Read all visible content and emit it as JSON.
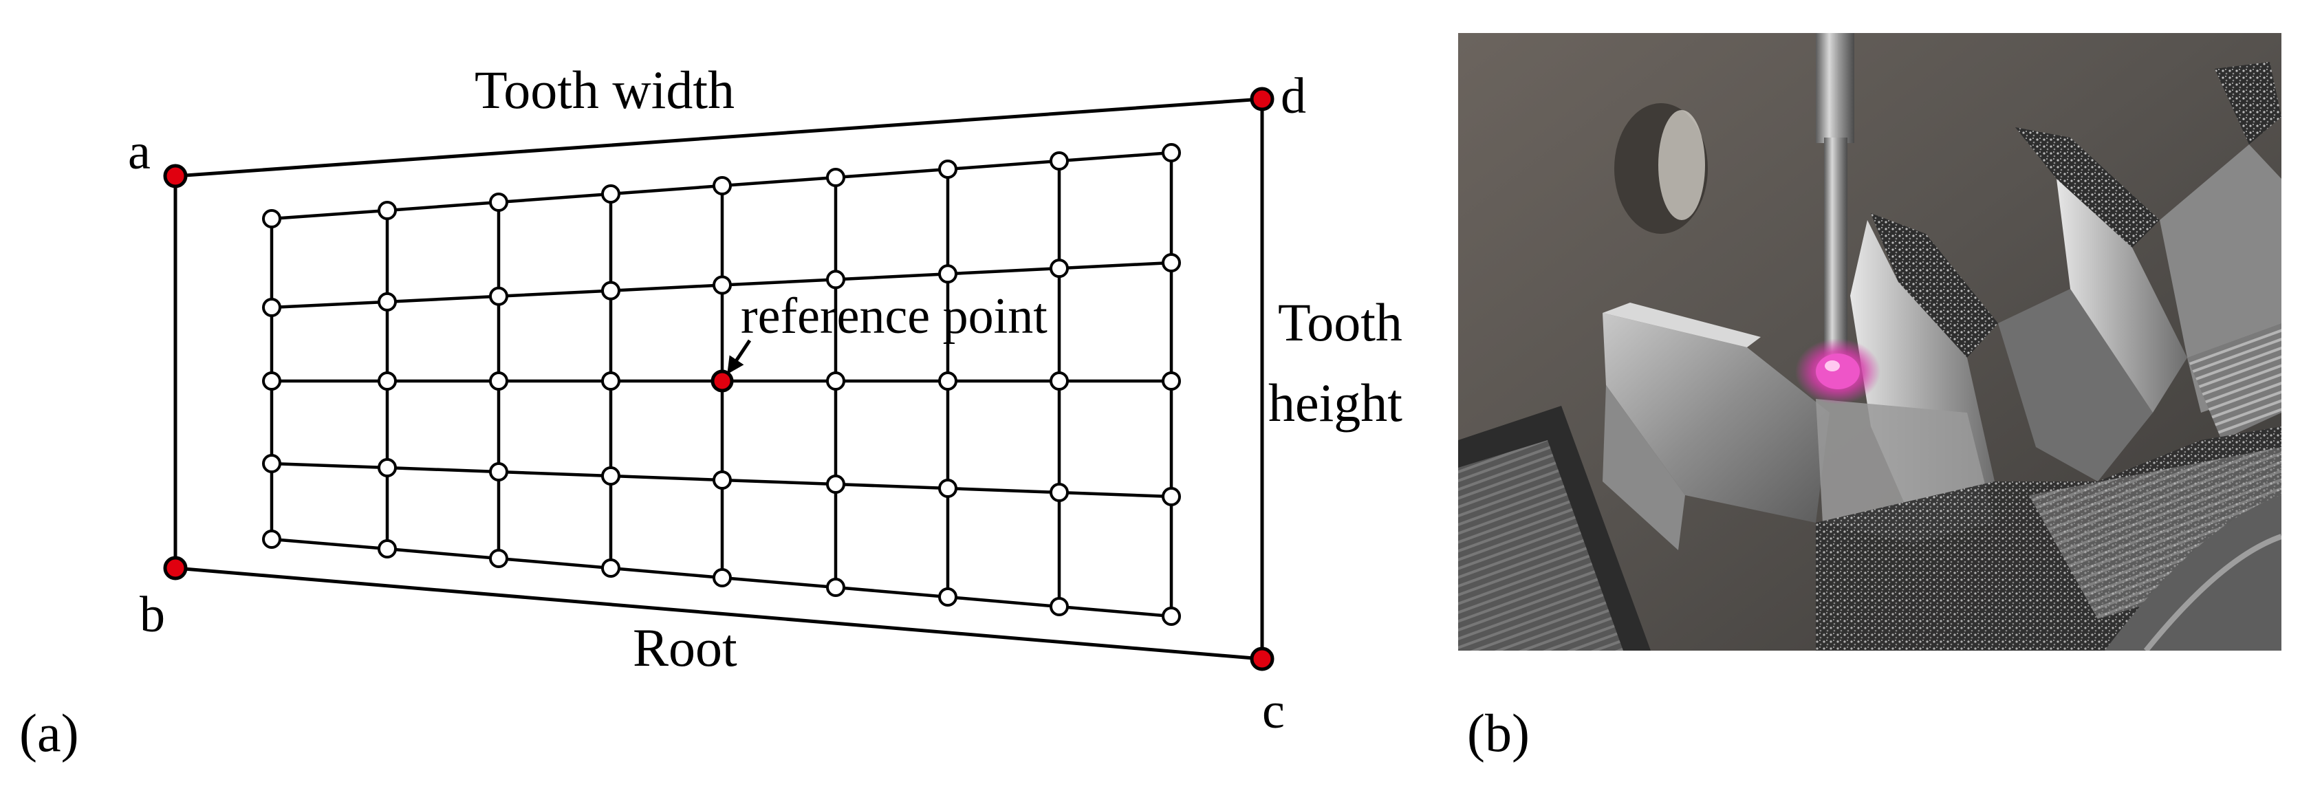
{
  "panel_a": {
    "label": "(a)",
    "corners": {
      "a": "a",
      "b": "b",
      "c": "c",
      "d": "d"
    },
    "top_label": "Tooth width",
    "bottom_label": "Root",
    "right_label_line1": "Tooth",
    "right_label_line2": "height",
    "reference_label": "reference point",
    "grid": {
      "columns": 9,
      "rows": 5,
      "reference_column": 4,
      "reference_row": 2
    },
    "colors": {
      "corner_marker": "#e0000f",
      "reference_marker": "#e0000f",
      "line": "#000000",
      "node_fill": "#ffffff"
    }
  },
  "panel_b": {
    "label": "(b)",
    "photo_description_icon": "gear-tooth-probe-photo"
  }
}
